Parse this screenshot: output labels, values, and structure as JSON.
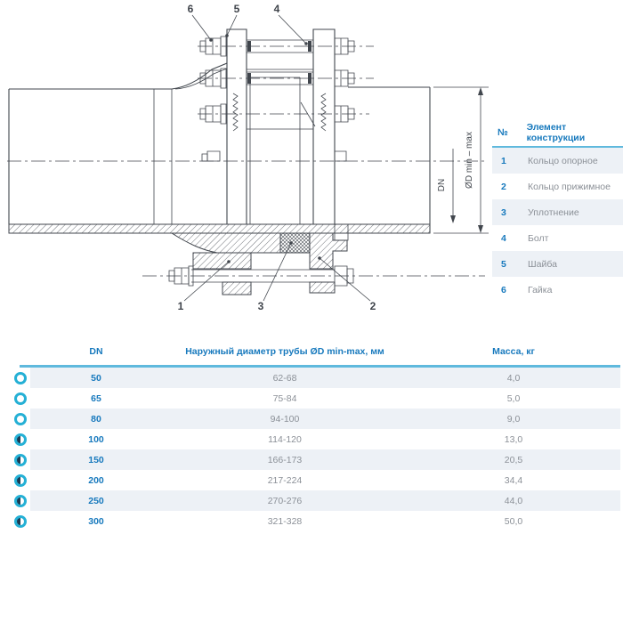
{
  "colors": {
    "accent_blue": "#1779bd",
    "separator_cyan": "#5fb9dd",
    "icon_cyan": "#25b0d5",
    "row_shade": "#edf1f6",
    "value_gray": "#8b9097",
    "drawing_line": "#41464d"
  },
  "drawing": {
    "callouts": {
      "c1": "1",
      "c2": "2",
      "c3": "3",
      "c4": "4",
      "c5": "5",
      "c6": "6"
    },
    "dims": {
      "dn": "DN",
      "od": "ØD min – max"
    }
  },
  "legend": {
    "header_num": "№",
    "header_element": "Элемент конструкции",
    "rows": [
      {
        "num": "1",
        "label": "Кольцо опорное"
      },
      {
        "num": "2",
        "label": "Кольцо прижимное"
      },
      {
        "num": "3",
        "label": "Уплотнение"
      },
      {
        "num": "4",
        "label": "Болт"
      },
      {
        "num": "5",
        "label": "Шайба"
      },
      {
        "num": "6",
        "label": "Гайка"
      }
    ]
  },
  "spec_table": {
    "header_dn": "DN",
    "header_diameter": "Наружный диаметр трубы ØD min-max, мм",
    "header_mass": "Масса, кг",
    "rows": [
      {
        "dn": "50",
        "diameter": "62-68",
        "mass": "4,0",
        "icon": "open-ring"
      },
      {
        "dn": "65",
        "diameter": "75-84",
        "mass": "5,0",
        "icon": "open-ring"
      },
      {
        "dn": "80",
        "diameter": "94-100",
        "mass": "9,0",
        "icon": "open-ring"
      },
      {
        "dn": "100",
        "diameter": "114-120",
        "mass": "13,0",
        "icon": "half-ring"
      },
      {
        "dn": "150",
        "diameter": "166-173",
        "mass": "20,5",
        "icon": "half-ring"
      },
      {
        "dn": "200",
        "diameter": "217-224",
        "mass": "34,4",
        "icon": "half-ring"
      },
      {
        "dn": "250",
        "diameter": "270-276",
        "mass": "44,0",
        "icon": "half-ring"
      },
      {
        "dn": "300",
        "diameter": "321-328",
        "mass": "50,0",
        "icon": "half-ring"
      }
    ]
  }
}
